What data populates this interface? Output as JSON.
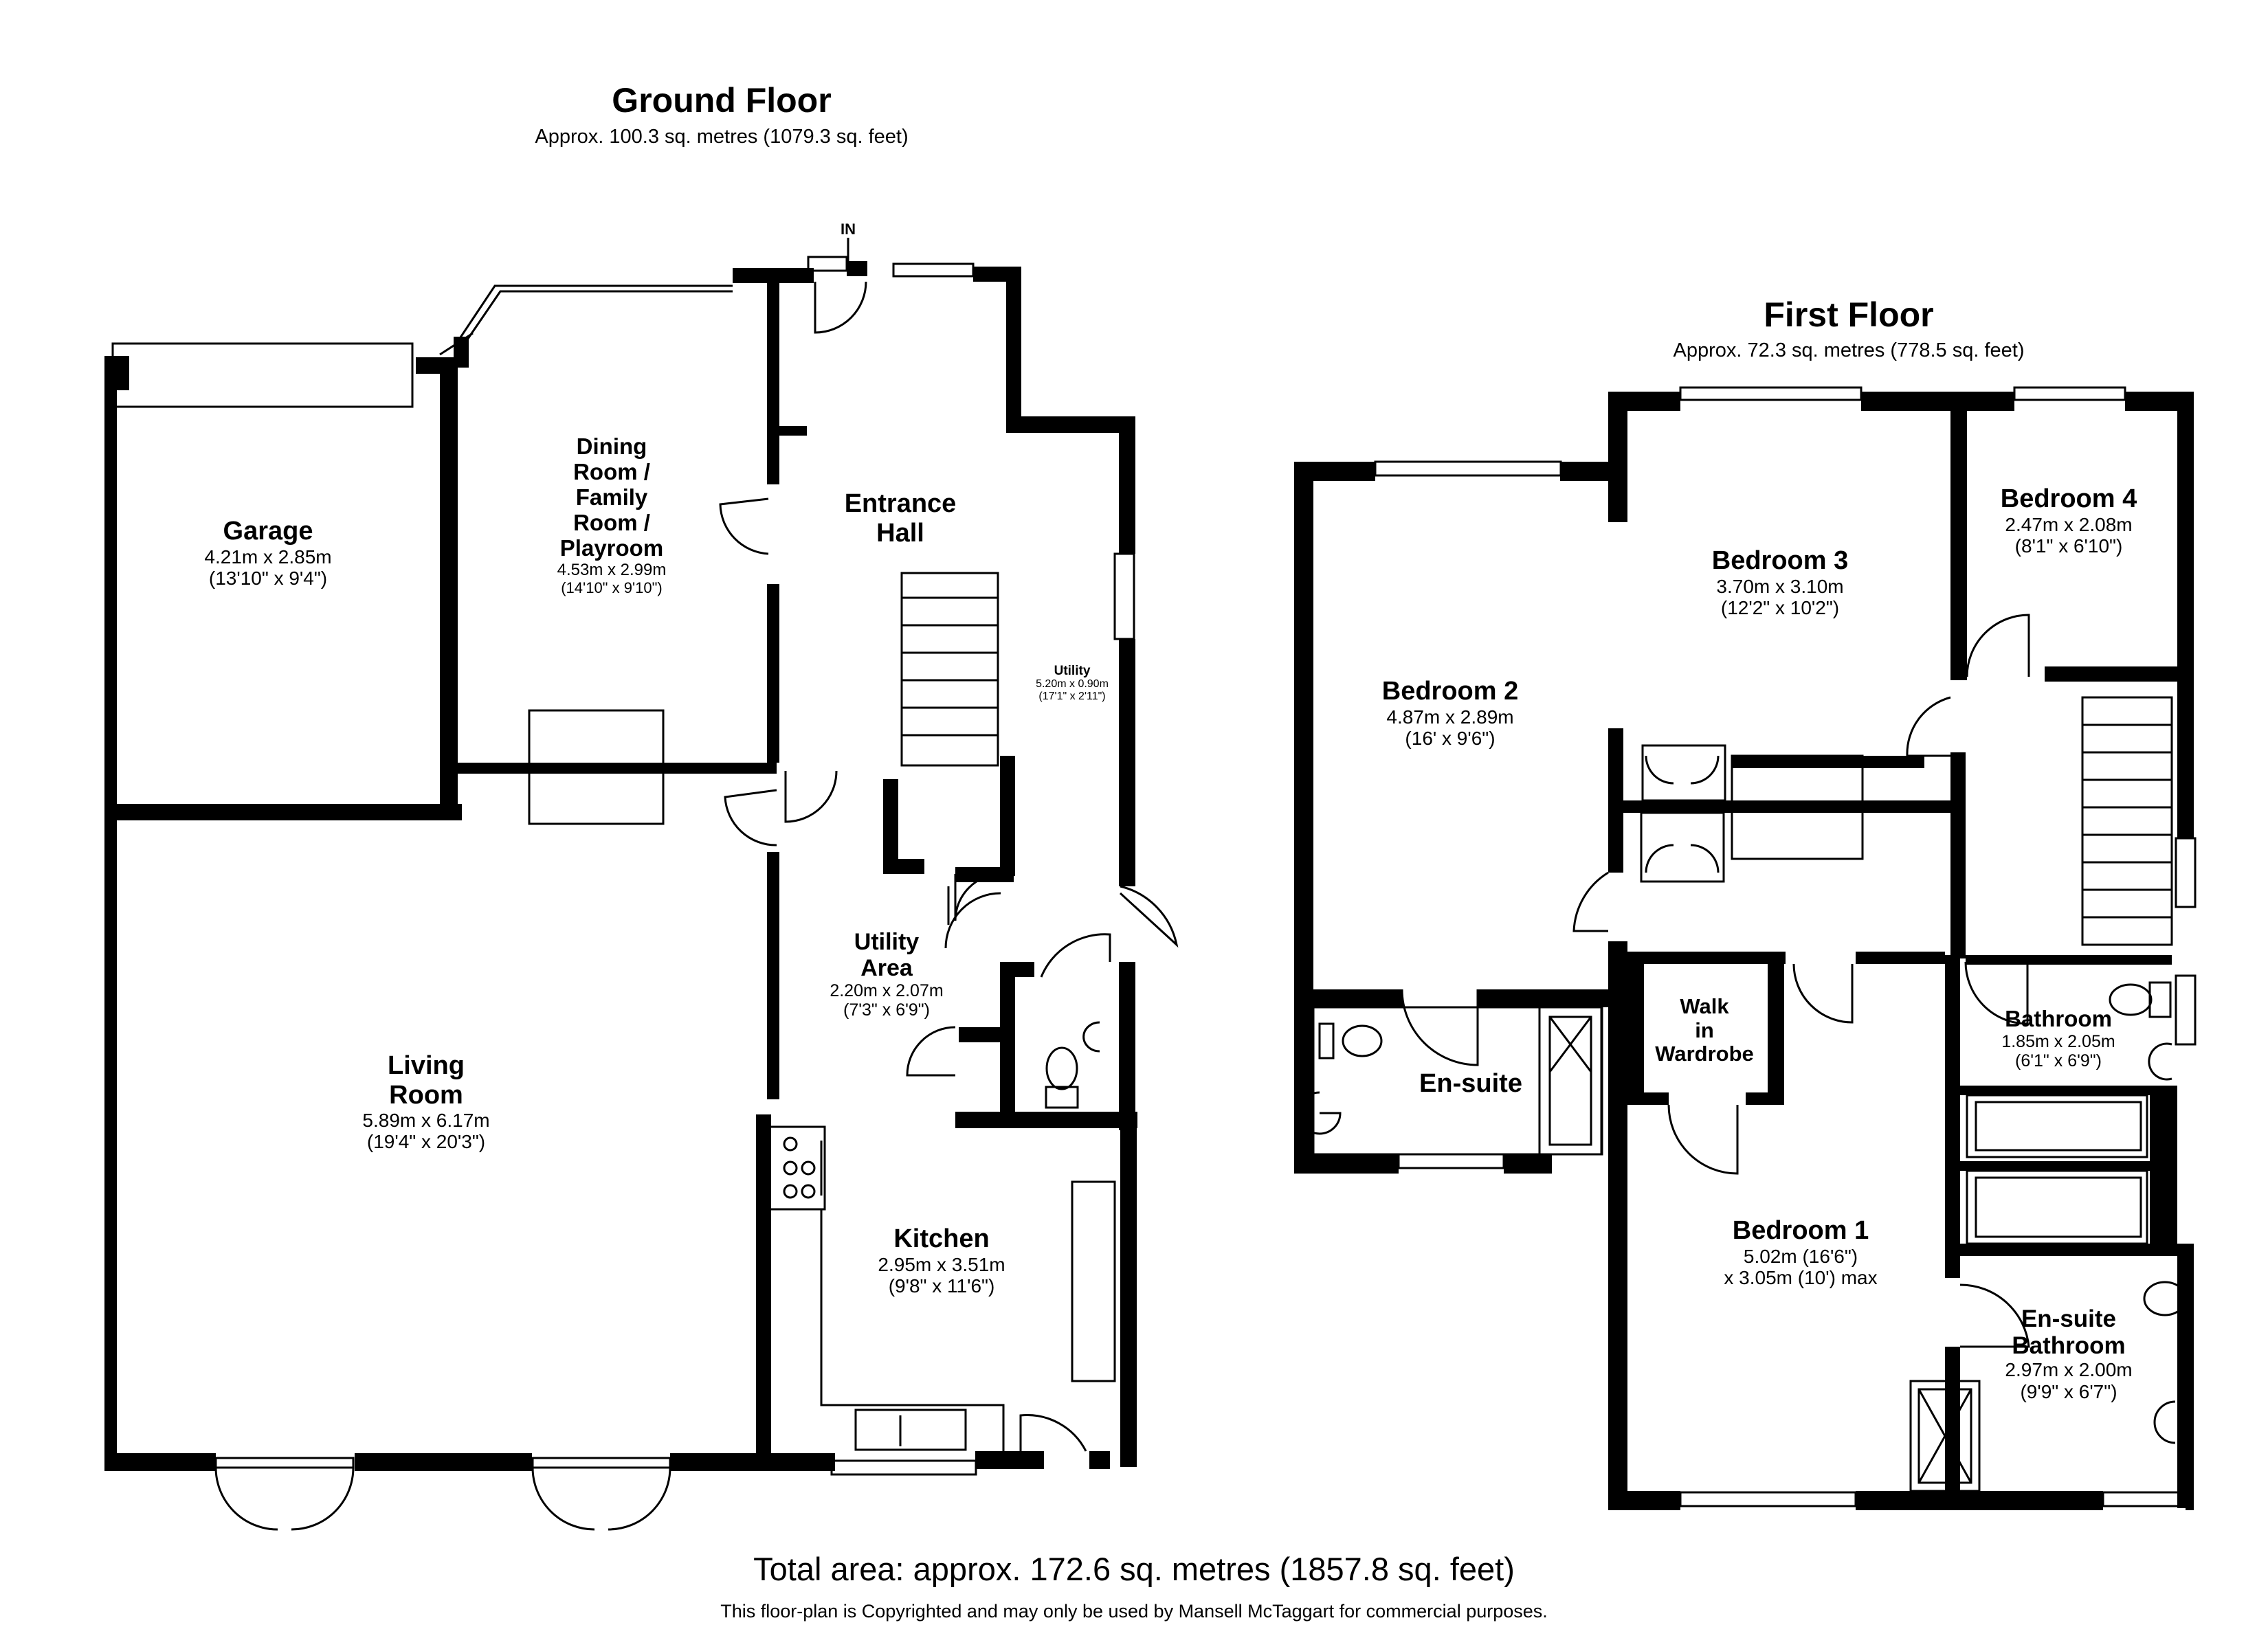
{
  "ground_floor": {
    "title": "Ground Floor",
    "area": "Approx. 100.3 sq. metres (1079.3 sq. feet)",
    "entry_marker": "IN",
    "rooms": {
      "garage": {
        "name": "Garage",
        "metric": "4.21m x 2.85m",
        "imperial": "(13'10\" x 9'4\")"
      },
      "dining": {
        "name_l1": "Dining",
        "name_l2": "Room /",
        "name_l3": "Family",
        "name_l4": "Room /",
        "name_l5": "Playroom",
        "metric": "4.53m x 2.99m",
        "imperial": "(14'10\" x 9'10\")"
      },
      "entrance": {
        "name_l1": "Entrance",
        "name_l2": "Hall"
      },
      "utility": {
        "name": "Utility",
        "metric": "5.20m x 0.90m",
        "imperial": "(17'1\" x 2'11\")"
      },
      "utility_area": {
        "name_l1": "Utility",
        "name_l2": "Area",
        "metric": "2.20m x 2.07m",
        "imperial": "(7'3\" x 6'9\")"
      },
      "living": {
        "name_l1": "Living",
        "name_l2": "Room",
        "metric": "5.89m x 6.17m",
        "imperial": "(19'4\" x 20'3\")"
      },
      "kitchen": {
        "name": "Kitchen",
        "metric": "2.95m x 3.51m",
        "imperial": "(9'8\" x 11'6\")"
      }
    }
  },
  "first_floor": {
    "title": "First Floor",
    "area": "Approx. 72.3 sq. metres (778.5 sq. feet)",
    "rooms": {
      "bedroom2": {
        "name": "Bedroom 2",
        "metric": "4.87m x 2.89m",
        "imperial": "(16' x 9'6\")"
      },
      "bedroom3": {
        "name": "Bedroom 3",
        "metric": "3.70m x 3.10m",
        "imperial": "(12'2\" x 10'2\")"
      },
      "bedroom4": {
        "name": "Bedroom 4",
        "metric": "2.47m x 2.08m",
        "imperial": "(8'1\" x 6'10\")"
      },
      "ensuite": {
        "name": "En-suite"
      },
      "walkin": {
        "name_l1": "Walk",
        "name_l2": "in",
        "name_l3": "Wardrobe"
      },
      "bathroom": {
        "name": "Bathroom",
        "metric": "1.85m x 2.05m",
        "imperial": "(6'1\" x 6'9\")"
      },
      "bedroom1": {
        "name": "Bedroom 1",
        "metric": "5.02m (16'6\")",
        "metric2": "x 3.05m (10') max"
      },
      "ensuite_bath": {
        "name_l1": "En-suite",
        "name_l2": "Bathroom",
        "metric": "2.97m x 2.00m",
        "imperial": "(9'9\" x 6'7\")"
      }
    }
  },
  "footer": {
    "total": "Total area: approx. 172.6 sq. metres (1857.8 sq. feet)",
    "copyright": "This floor-plan is Copyrighted and may only be used by Mansell McTaggart for commercial purposes."
  }
}
